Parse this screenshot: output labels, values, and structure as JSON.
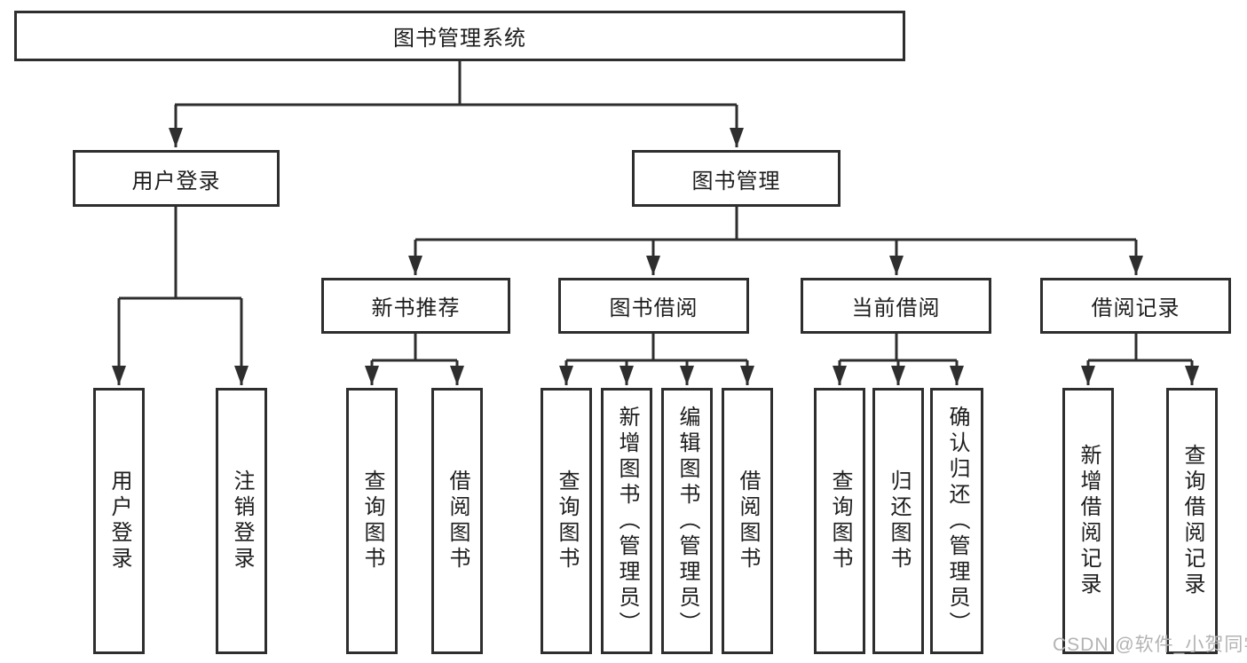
{
  "diagram": {
    "root": {
      "label": "图书管理系统"
    },
    "branches": [
      {
        "label": "用户登录",
        "children": [
          {
            "label": "用户登录"
          },
          {
            "label": "注销登录"
          }
        ]
      },
      {
        "label": "图书管理",
        "groups": [
          {
            "label": "新书推荐",
            "children": [
              {
                "label": "查询图书"
              },
              {
                "label": "借阅图书"
              }
            ]
          },
          {
            "label": "图书借阅",
            "children": [
              {
                "label": "查询图书"
              },
              {
                "label": "新增图书（管理员）"
              },
              {
                "label": "编辑图书（管理员）"
              },
              {
                "label": "借阅图书"
              }
            ]
          },
          {
            "label": "当前借阅",
            "children": [
              {
                "label": "查询图书"
              },
              {
                "label": "归还图书"
              },
              {
                "label": "确认归还（管理员）"
              }
            ]
          },
          {
            "label": "借阅记录",
            "children": [
              {
                "label": "新增借阅记录"
              },
              {
                "label": "查询借阅记录"
              }
            ]
          }
        ]
      }
    ]
  },
  "watermark": {
    "text": "CSDN @软件_小贺同学"
  },
  "colors": {
    "line": "#2e2e2e",
    "text": "#1d1d1d",
    "watermark": "#b3b3b3",
    "background": "#ffffff"
  }
}
